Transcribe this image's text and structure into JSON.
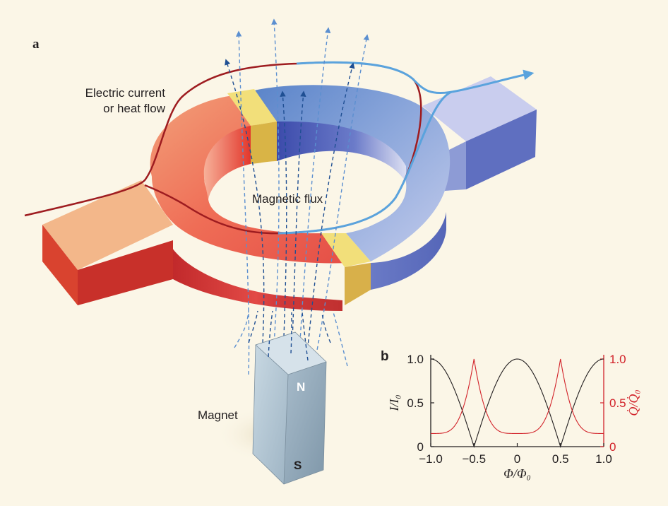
{
  "panel_a": {
    "letter": "a",
    "current_label_line1": "Electric current",
    "current_label_line2": "or heat flow",
    "flux_label": "Magnetic flux",
    "magnet_label": "Magnet",
    "north": "N",
    "south": "S"
  },
  "panel_b": {
    "letter": "b",
    "ylabel_left": "I/I₀",
    "ylabel_right": "Q̇/Q̇₀",
    "xlabel": "Φ/Φ₀",
    "colors": {
      "current": "#231f20",
      "heat": "#d2232a"
    }
  },
  "chart_data": {
    "type": "line",
    "x_ticks": [
      "−1.0",
      "−0.5",
      "0",
      "0.5",
      "1.0"
    ],
    "y_ticks_left": [
      "0",
      "0.5",
      "1.0"
    ],
    "y_ticks_right": [
      "0",
      "0.5",
      "1.0"
    ],
    "xlim": [
      -1.0,
      1.0
    ],
    "ylim": [
      0,
      1.0
    ],
    "series": [
      {
        "axis": "left",
        "color": "#231f20",
        "function": "abs(cos(pi*x))"
      },
      {
        "axis": "right",
        "color": "#d2232a",
        "function": "peaks 1.0 at x=±0.5, min 0.15 at x=0 and x=±1"
      }
    ]
  }
}
